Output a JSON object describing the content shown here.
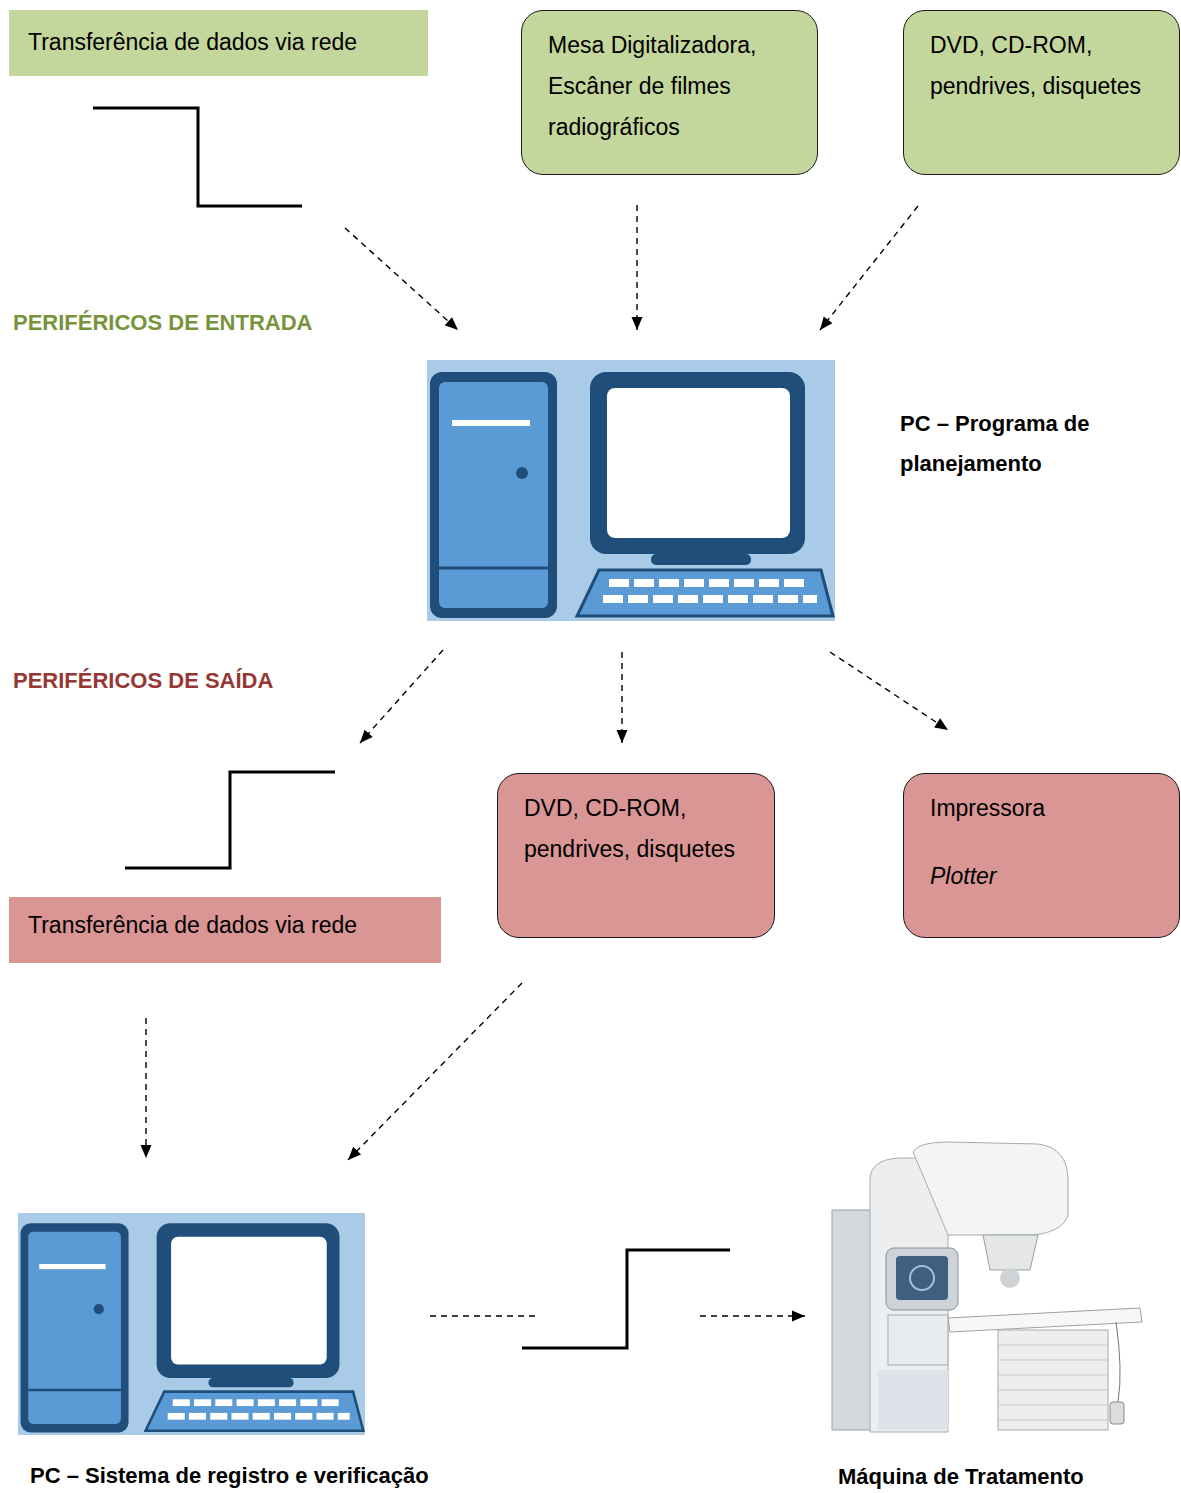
{
  "diagram": {
    "nodes": [
      {
        "text": [
          "Transferência de dados via rede"
        ]
      },
      {
        "text": [
          "Mesa Digitalizadora, Escâner de filmes radiográficos"
        ]
      },
      {
        "text": [
          "DVD, CD-ROM, pendrives, disquetes"
        ]
      },
      {
        "text": [
          "PC – Programa de planejamento"
        ]
      },
      {
        "text": [
          "DVD, CD-ROM, pendrives, disquetes"
        ]
      },
      {
        "text": [
          "Impressora",
          "Plotter"
        ]
      },
      {
        "text": [
          "Transferência de dados via rede"
        ]
      },
      {
        "text": [
          "PC – Sistema de registro e verificação"
        ]
      },
      {
        "text": [
          "Máquina de Tratamento"
        ]
      }
    ],
    "edges": [
      {
        "from": 0,
        "to": 3,
        "arrow": "to"
      },
      {
        "from": 1,
        "to": 3,
        "arrow": "to"
      },
      {
        "from": 2,
        "to": 3,
        "arrow": "to"
      },
      {
        "from": 3,
        "to": 6,
        "arrow": "to"
      },
      {
        "from": 3,
        "to": 4,
        "arrow": "to"
      },
      {
        "from": 3,
        "to": 5,
        "arrow": "to"
      },
      {
        "from": 6,
        "to": 7,
        "arrow": "to"
      },
      {
        "from": 4,
        "to": 7,
        "arrow": "to"
      },
      {
        "from": 7,
        "to": 8,
        "arrow": "to"
      }
    ],
    "labels": [
      "PERIFÉRICOS DE ENTRADA",
      "PERIFÉRICOS DE SAÍDA"
    ]
  }
}
